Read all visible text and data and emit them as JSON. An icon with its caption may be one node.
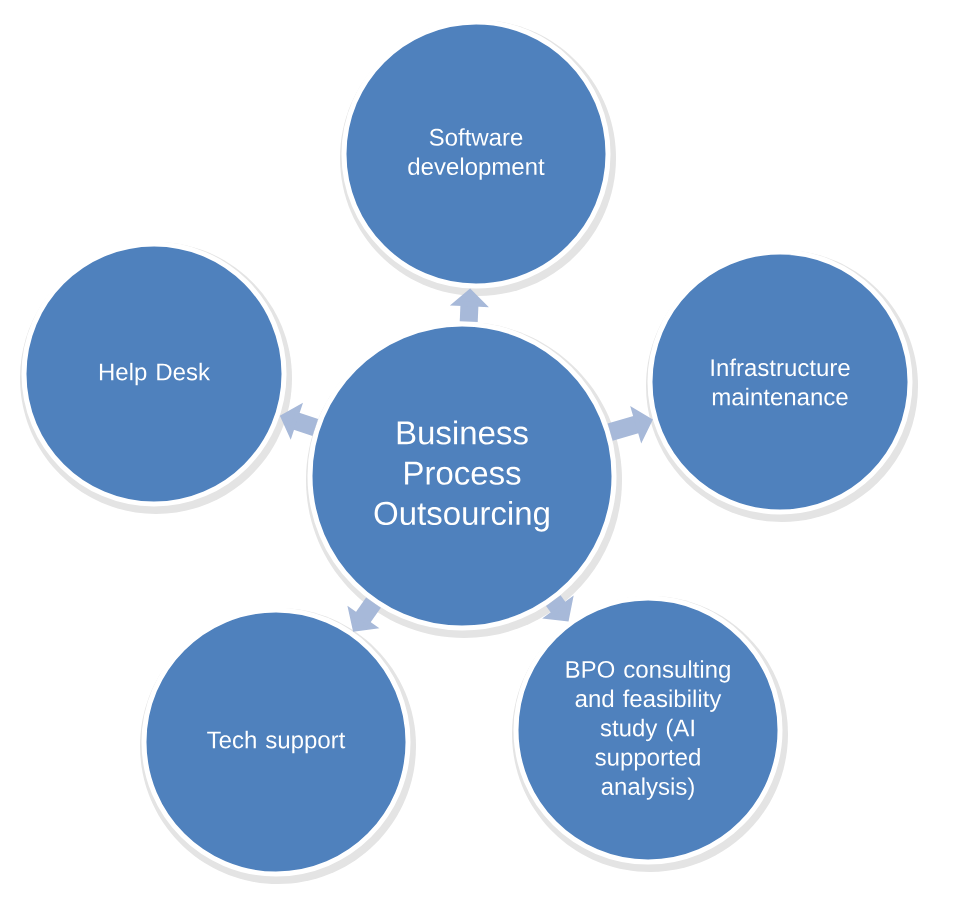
{
  "diagram": {
    "nodes": [
      {
        "text": [
          "Business Process Outsourcing"
        ]
      },
      {
        "text": [
          "Software development"
        ]
      },
      {
        "text": [
          "Infrastructure maintenance"
        ]
      },
      {
        "text": [
          "BPO consulting and feasibility study (AI supported analysis)"
        ]
      },
      {
        "text": [
          "Tech support"
        ]
      },
      {
        "text": [
          "Help Desk"
        ]
      }
    ],
    "edges": [
      {
        "from": 0,
        "to": 1,
        "arrow": "to"
      },
      {
        "from": 0,
        "to": 2,
        "arrow": "to"
      },
      {
        "from": 0,
        "to": 3,
        "arrow": "to"
      },
      {
        "from": 0,
        "to": 4,
        "arrow": "to"
      },
      {
        "from": 0,
        "to": 5,
        "arrow": "to"
      }
    ]
  }
}
